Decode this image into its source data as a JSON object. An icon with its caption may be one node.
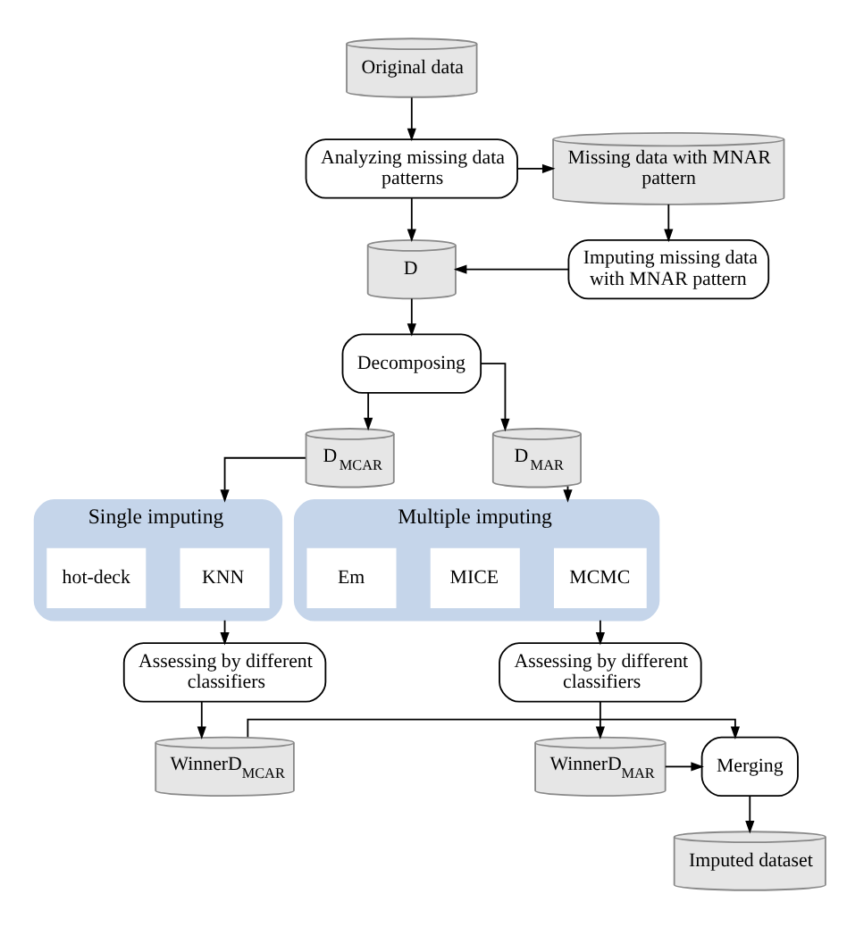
{
  "diagram": {
    "nodes": [
      {
        "text": [
          "Original data"
        ]
      },
      {
        "text": [
          "Analyzing missing data patterns"
        ]
      },
      {
        "text": [
          "Missing data with MNAR pattern"
        ]
      },
      {
        "text": [
          "D"
        ]
      },
      {
        "text": [
          "Imputing missing data with MNAR pattern"
        ]
      },
      {
        "text": [
          "Decomposing"
        ]
      },
      {
        "text": [
          "D$_{MCAR}$"
        ]
      },
      {
        "text": [
          "D$_{MAR}$"
        ]
      },
      {
        "text": [
          "Single imputing"
        ]
      },
      {
        "text": [
          "KNN"
        ],
        "in": 8
      },
      {
        "text": [
          "hot-deck"
        ],
        "in": 8
      },
      {
        "text": [
          "Multiple imputing"
        ]
      },
      {
        "text": [
          "MCMC"
        ],
        "in": 11
      },
      {
        "text": [
          "MICE"
        ],
        "in": 11
      },
      {
        "text": [
          "Em"
        ],
        "in": 11
      },
      {
        "text": [
          "Assessing by different classifiers"
        ]
      },
      {
        "text": [
          "Assessing by different classifiers"
        ]
      },
      {
        "text": [
          "WinnerD$_{MCAR}$"
        ]
      },
      {
        "text": [
          "Merging"
        ]
      },
      {
        "text": [
          "WinnerD$_{MAR}$"
        ]
      },
      {
        "text": [
          "Imputed dataset"
        ]
      }
    ],
    "edges": [
      {
        "from": 0,
        "to": 1,
        "arrow": "to"
      },
      {
        "from": 1,
        "to": 2,
        "arrow": "to"
      },
      {
        "from": 1,
        "to": 3,
        "arrow": "to"
      },
      {
        "from": 2,
        "to": 4,
        "arrow": "to"
      },
      {
        "from": 4,
        "to": 3,
        "arrow": "to"
      },
      {
        "from": 3,
        "to": 5,
        "arrow": "to"
      },
      {
        "from": 5,
        "to": 6,
        "arrow": "to"
      },
      {
        "from": 5,
        "to": 7,
        "arrow": "to"
      },
      {
        "from": 6,
        "to": 8,
        "arrow": "to"
      },
      {
        "from": 7,
        "to": 11,
        "arrow": "to"
      },
      {
        "from": 8,
        "to": 15,
        "arrow": "to"
      },
      {
        "from": 11,
        "to": 16,
        "arrow": "to"
      },
      {
        "from": 15,
        "to": 17,
        "arrow": "to"
      },
      {
        "from": 16,
        "to": 19,
        "arrow": "to"
      },
      {
        "from": 17,
        "to": 18,
        "arrow": "to"
      },
      {
        "from": 19,
        "to": 18,
        "arrow": "to"
      },
      {
        "from": 18,
        "to": 20,
        "arrow": "to"
      }
    ]
  }
}
